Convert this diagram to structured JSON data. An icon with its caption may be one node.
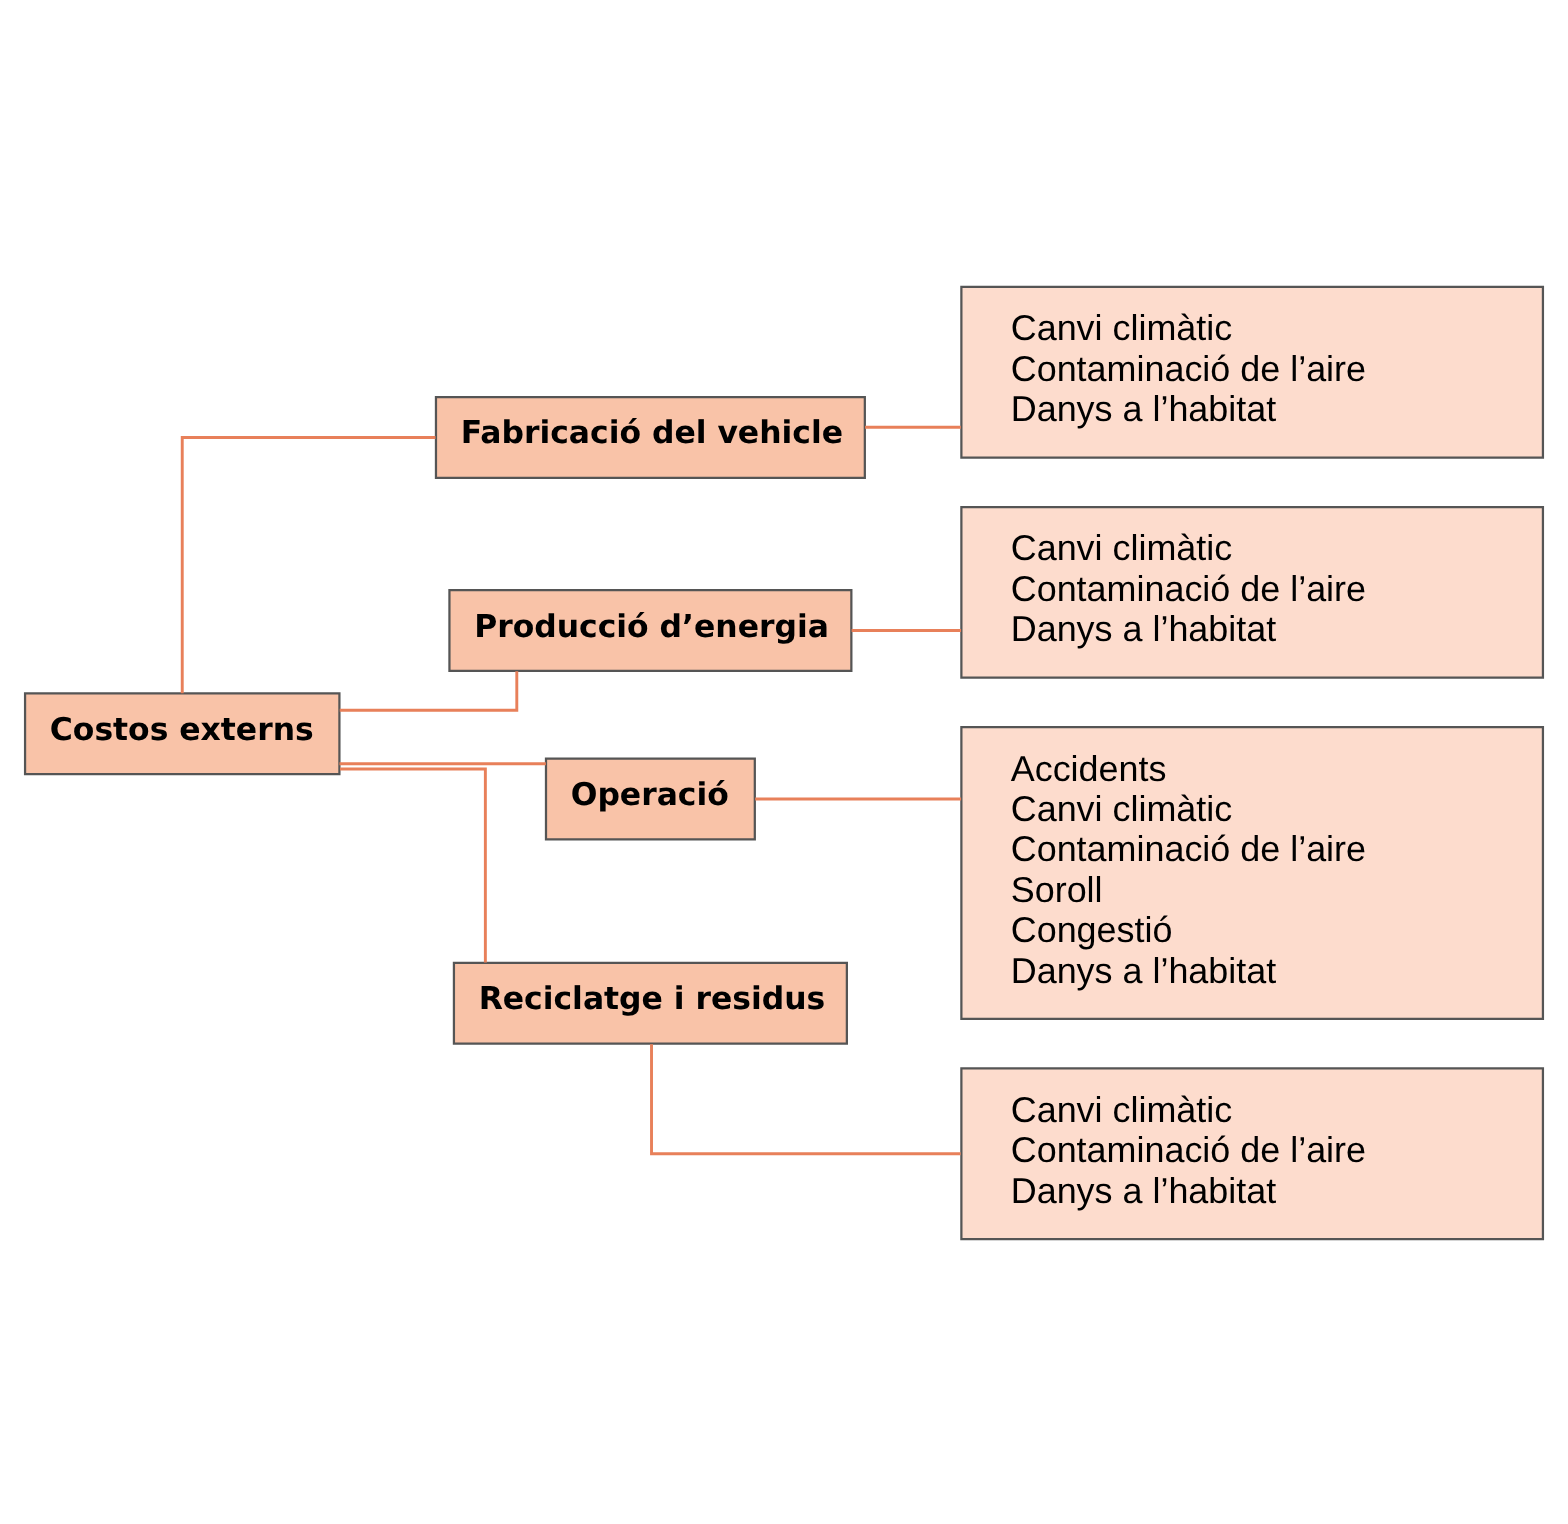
{
  "diagram": {
    "nodes": [
      {
        "text": [
          "Costos externs"
        ]
      },
      {
        "text": [
          "Fabricació del vehicle"
        ]
      },
      {
        "text": [
          "Canvi climàtic",
          "Contaminació de l’aire",
          "Danys a l’habitat"
        ]
      },
      {
        "text": [
          "Producció d’energia"
        ]
      },
      {
        "text": [
          "Canvi climàtic",
          "Contaminació de l’aire",
          "Danys a l’habitat"
        ]
      },
      {
        "text": [
          "Operació"
        ]
      },
      {
        "text": [
          "Accidents",
          "Canvi climàtic",
          "Contaminació de l’aire",
          "Soroll",
          "Congestió",
          "Danys a l’habitat"
        ]
      },
      {
        "text": [
          "Reciclatge i residus"
        ]
      },
      {
        "text": [
          "Canvi climàtic",
          "Contaminació de l’aire",
          "Danys a l’habitat"
        ]
      }
    ],
    "edges": [
      {
        "from": 0,
        "to": 1,
        "arrow": "none"
      },
      {
        "from": 0,
        "to": 3,
        "arrow": "none"
      },
      {
        "from": 0,
        "to": 5,
        "arrow": "none"
      },
      {
        "from": 0,
        "to": 7,
        "arrow": "none"
      },
      {
        "from": 1,
        "to": 2,
        "arrow": "none"
      },
      {
        "from": 3,
        "to": 4,
        "arrow": "none"
      },
      {
        "from": 5,
        "to": 6,
        "arrow": "none"
      },
      {
        "from": 7,
        "to": 8,
        "arrow": "none"
      }
    ]
  }
}
